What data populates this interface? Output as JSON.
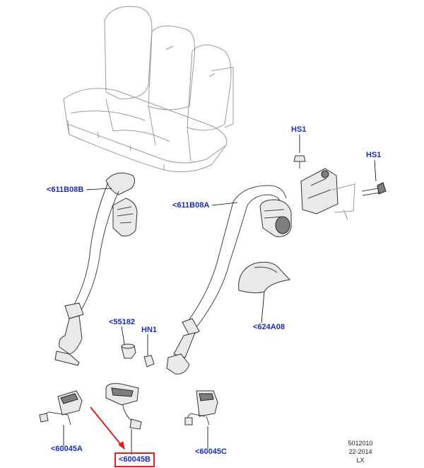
{
  "callouts": {
    "belt_left": "<611B08B",
    "belt_right": "<611B08A",
    "bolt_top": "HS1",
    "bolt_right": "HS1",
    "clip": "<55182",
    "nut": "HN1",
    "cover": "<624A08",
    "buckle_a": "<60045A",
    "buckle_b": "<60045B",
    "buckle_c": "<60045C"
  },
  "reference": {
    "line1": "5012010",
    "line2": "22-2014",
    "line3": "LX"
  },
  "colors": {
    "callout_text": "#1a2bb8",
    "highlight": "#e0201c"
  },
  "icons": {
    "arrow": "red-arrow-icon"
  }
}
